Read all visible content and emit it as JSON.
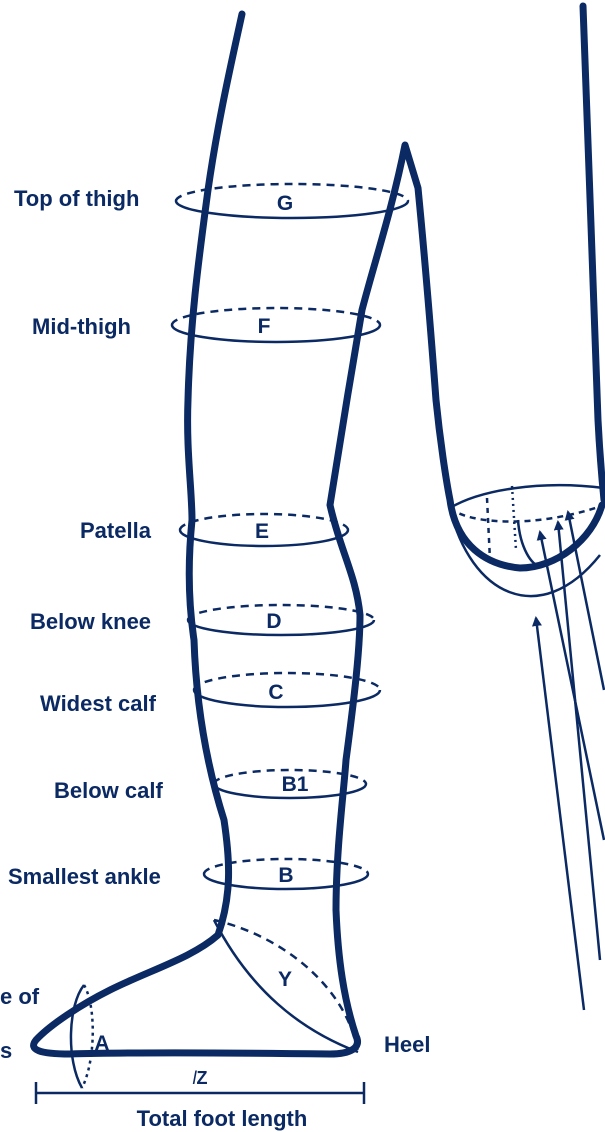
{
  "colors": {
    "stroke": "#0b2a63",
    "background": "#ffffff"
  },
  "labels": {
    "top_of_thigh": "Top of thigh",
    "mid_thigh": "Mid-thigh",
    "patella": "Patella",
    "below_knee": "Below knee",
    "widest_calf": "Widest calf",
    "below_calf": "Below calf",
    "smallest_ankle": "Smallest ankle",
    "base_of_toes_line1": "e of",
    "base_of_toes_line2": "s",
    "heel": "Heel",
    "total_foot_length": "Total foot length"
  },
  "letters": {
    "g": "G",
    "f": "F",
    "e": "E",
    "d": "D",
    "c": "C",
    "b1": "B1",
    "b": "B",
    "y": "Y",
    "a": "A",
    "lz_prefix": "l",
    "lz": "Z"
  }
}
